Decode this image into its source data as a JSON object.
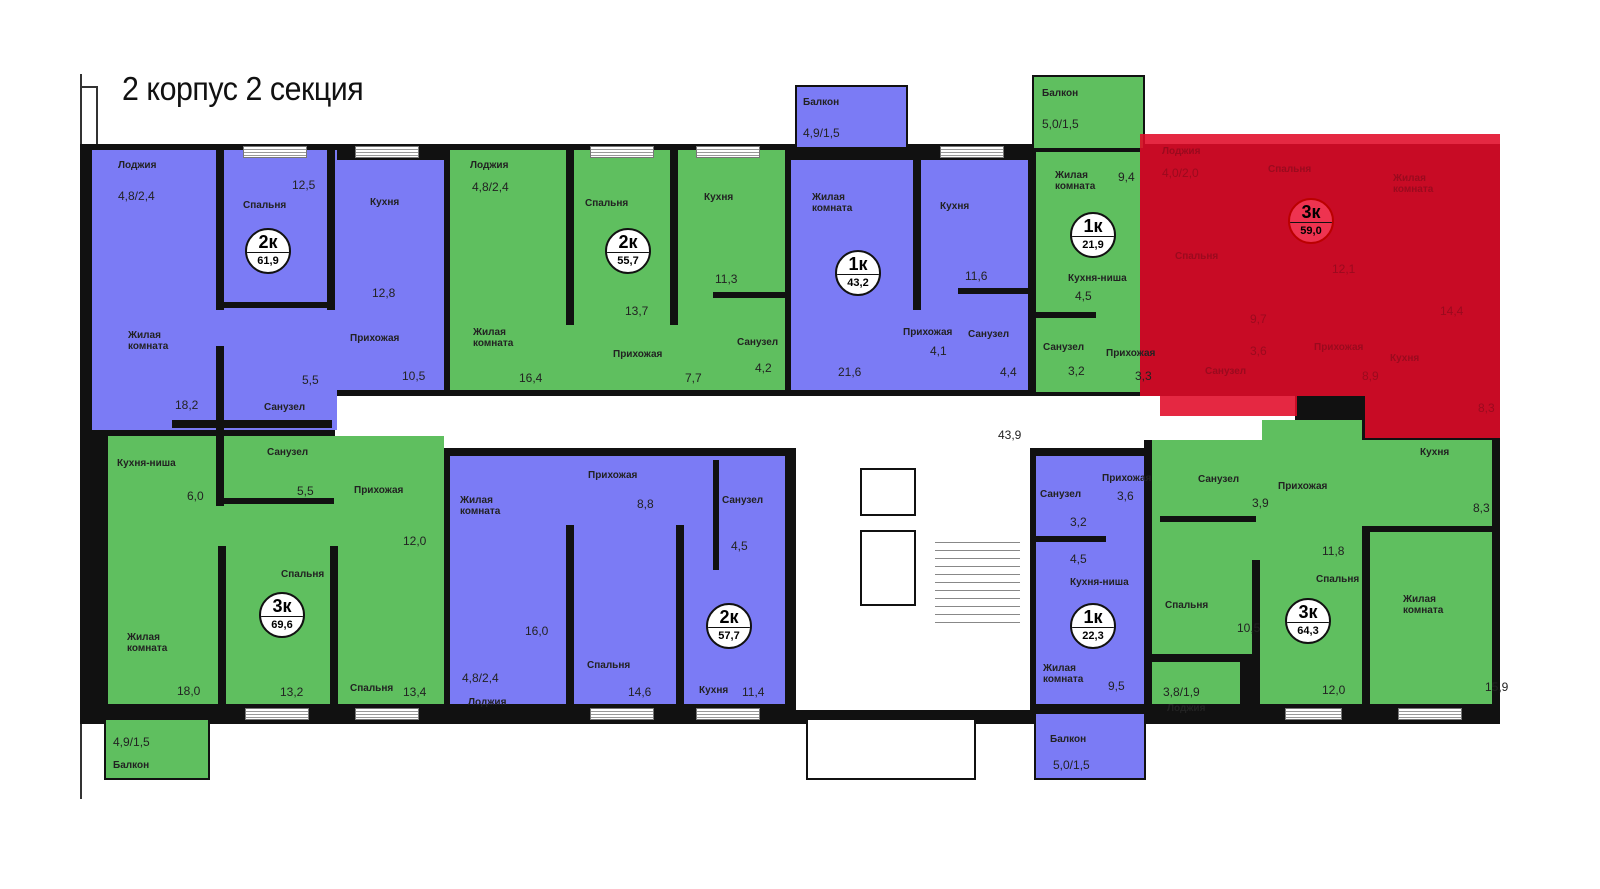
{
  "title": "2 корпус 2 секция",
  "colors": {
    "blue": "#7b7bf5",
    "green": "#5fbf5f",
    "selected": "#e10a28",
    "walls": "#111111"
  },
  "corridor_area": "43,9",
  "apartments": [
    {
      "id": "a1",
      "type": "2к",
      "area": "61,9",
      "color": "blue",
      "labels": [
        "Лоджия",
        "4,8/2,4",
        "Спальня",
        "12,5",
        "Кухня",
        "12,8",
        "Жилая\nкомната",
        "Прихожая",
        "10,5",
        "18,2",
        "Санузел",
        "5,5"
      ]
    },
    {
      "id": "b1",
      "type": "3к",
      "area": "69,6",
      "color": "green",
      "labels": [
        "Санузел",
        "5,5",
        "Кухня-ниша",
        "6,0",
        "Прихожая",
        "12,0",
        "Спальня",
        "13,2",
        "Спальня",
        "13,4",
        "Жилая\nкомната",
        "18,0",
        "4,9/1,5",
        "Балкон"
      ]
    },
    {
      "id": "a2",
      "type": "2к",
      "area": "55,7",
      "color": "green",
      "labels": [
        "Лоджия",
        "4,8/2,4",
        "Спальня",
        "Кухня",
        "11,3",
        "13,7",
        "Жилая\nкомната",
        "16,4",
        "Прихожая",
        "7,7",
        "Санузел",
        "4,2"
      ]
    },
    {
      "id": "a3",
      "type": "1к",
      "area": "43,2",
      "color": "blue",
      "labels": [
        "Балкон",
        "4,9/1,5",
        "Жилая\nкомната",
        "Кухня",
        "11,6",
        "Прихожая",
        "4,1",
        "Санузел",
        "4,4",
        "21,6"
      ]
    },
    {
      "id": "a4",
      "type": "1к",
      "area": "21,9",
      "color": "green",
      "labels": [
        "Балкон",
        "5,0/1,5",
        "Жилая\nкомната",
        "9,4",
        "Кухня-ниша",
        "4,5",
        "Санузел",
        "3,2",
        "Прихожая",
        "3,3"
      ]
    },
    {
      "id": "a5",
      "type": "3к",
      "area": "59,0",
      "color": "selected",
      "labels": [
        "Лоджия",
        "4,0/2,0",
        "Спальня",
        "Жилая\nкомната",
        "Спальня",
        "12,1",
        "9,7",
        "14,4",
        "3,6",
        "Прихожая",
        "Санузел",
        "8,9",
        "Кухня",
        "8,3"
      ]
    },
    {
      "id": "b2",
      "type": "2к",
      "area": "57,7",
      "color": "blue",
      "labels": [
        "Прихожая",
        "8,8",
        "Санузел",
        "4,5",
        "Жилая\nкомната",
        "16,0",
        "Спальня",
        "14,6",
        "Кухня",
        "11,4",
        "Лоджия",
        "4,8/2,4"
      ]
    },
    {
      "id": "b3",
      "type": "1к",
      "area": "22,3",
      "color": "blue",
      "labels": [
        "Санузел",
        "Прихожая",
        "3,6",
        "3,2",
        "4,5",
        "Кухня-ниша",
        "Жилая\nкомната",
        "9,5",
        "Балкон",
        "5,0/1,5"
      ]
    },
    {
      "id": "b4",
      "type": "3к",
      "area": "64,3",
      "color": "green",
      "labels": [
        "Санузел",
        "3,9",
        "Прихожая",
        "Кухня",
        "8,3",
        "11,8",
        "Спальня",
        "Спальня",
        "10,5",
        "Жилая\nкомната",
        "3,8/1,9",
        "Лоджия",
        "12,0",
        "15,9"
      ]
    }
  ]
}
